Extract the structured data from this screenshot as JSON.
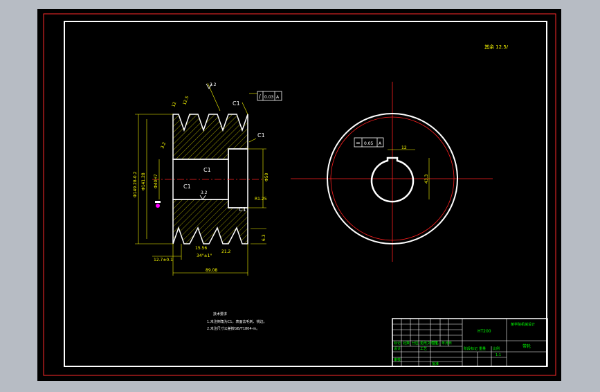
{
  "colors": {
    "background": "#000000",
    "frame_outer": "#ff2a2a",
    "frame_inner": "#ffffff",
    "dimension": "#ffff00",
    "center_line": "#ff2020",
    "outline": "#ffffff",
    "hatch": "#ffff00",
    "title_block_line": "#ffffff",
    "title_block_text": "#00ff00",
    "marker": "#ff00ff"
  },
  "top_right_note": "其余 12.5/",
  "section_view": {
    "roughness_top": "3.2",
    "chamfer_top": "C1",
    "geometric_tolerance": {
      "symbol": "/",
      "value": "0.03",
      "datum": "A"
    },
    "chamfer_right": "C1",
    "chamfer_left_bore": "C1",
    "chamfer_inner": "C1",
    "chamfer_lower_right": "C1",
    "roughness_bore": "3.2",
    "roughness_side": "3.2",
    "dim_outer_dia": "Φ149.28-0.2",
    "dim_root_dia": "Φ141.28",
    "dim_bore_dia": "Φ40H7",
    "dim_step_dia": "Φ50",
    "dim_groove_depth": "6.3",
    "dim_radius": "R1.25",
    "dim_pitch": "12.7±0.1",
    "dim_angle": "34°±1°",
    "dim_groove_width": "15.56",
    "dim_groove_gap": "21.2",
    "dim_width": "89.08",
    "dim_left_offset": "12",
    "dim_right": "12.5"
  },
  "front_view": {
    "flatness": {
      "symbol": "=",
      "value": "0.05",
      "datum": "A"
    },
    "keyway_width": "12",
    "keyway_depth": "43.3"
  },
  "tech_requirements": {
    "title": "技术要求",
    "items": [
      "1.未注倒角为C1，表面去毛刺、锐边。",
      "2.未注尺寸公差按GB/T1804-m。"
    ]
  },
  "title_block": {
    "drawing_number": "HT200",
    "school": "某学院机械设计",
    "drawing_title": "带轮",
    "cells": [
      "标记",
      "处数",
      "分区",
      "更改文件号",
      "签名",
      "年月日",
      "设计",
      "审核",
      "工艺",
      "批准",
      "阶段标记",
      "重量",
      "比例",
      "1:1"
    ]
  }
}
